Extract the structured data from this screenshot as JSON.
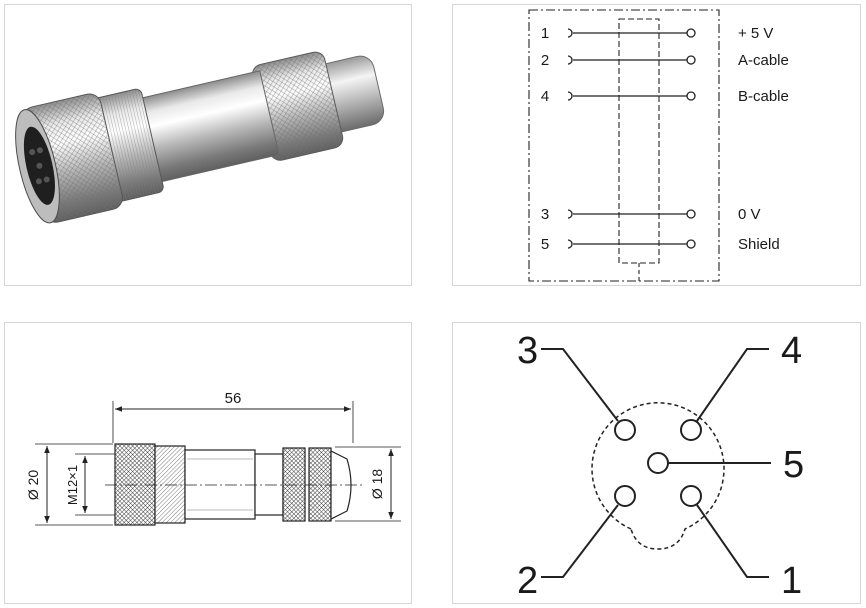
{
  "wiring": {
    "pins": [
      {
        "num": "1",
        "label": "+ 5 V"
      },
      {
        "num": "2",
        "label": "A-cable"
      },
      {
        "num": "4",
        "label": "B-cable"
      },
      {
        "num": "3",
        "label": "0 V"
      },
      {
        "num": "5",
        "label": "Shield"
      }
    ]
  },
  "dimensions": {
    "length": "56",
    "diameter_left": "Ø 20",
    "thread": "M12×1",
    "diameter_right": "Ø 18"
  },
  "pinout": {
    "pin3": "3",
    "pin4": "4",
    "pin5": "5",
    "pin2": "2",
    "pin1": "1"
  }
}
